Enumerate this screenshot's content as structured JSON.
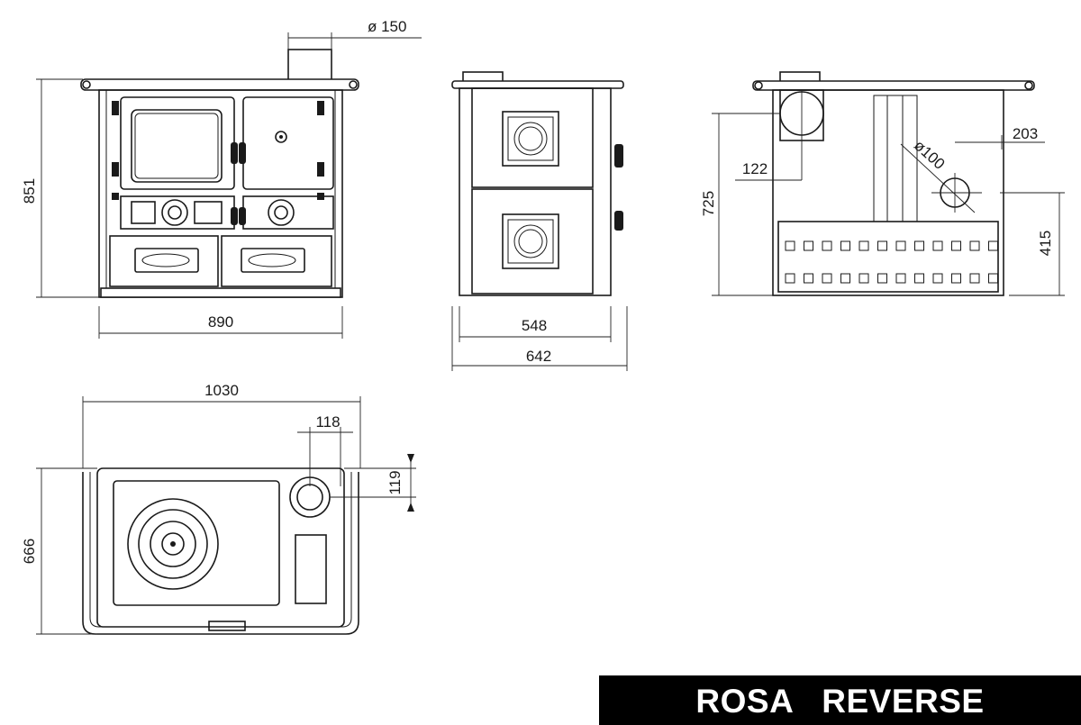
{
  "title": "ROSA   REVERSE",
  "dimensions": {
    "flue_diameter": "ø  150",
    "front_height": "851",
    "front_width": "890",
    "side_depth_body": "548",
    "side_depth_total": "642",
    "rear_height": "725",
    "rear_offset": "122",
    "rear_outlet_diameter": "ø100",
    "rear_outlet_side": "203",
    "rear_outlet_height": "415",
    "top_width": "1030",
    "top_depth": "666",
    "top_flue_x": "118",
    "top_flue_y": "119"
  }
}
